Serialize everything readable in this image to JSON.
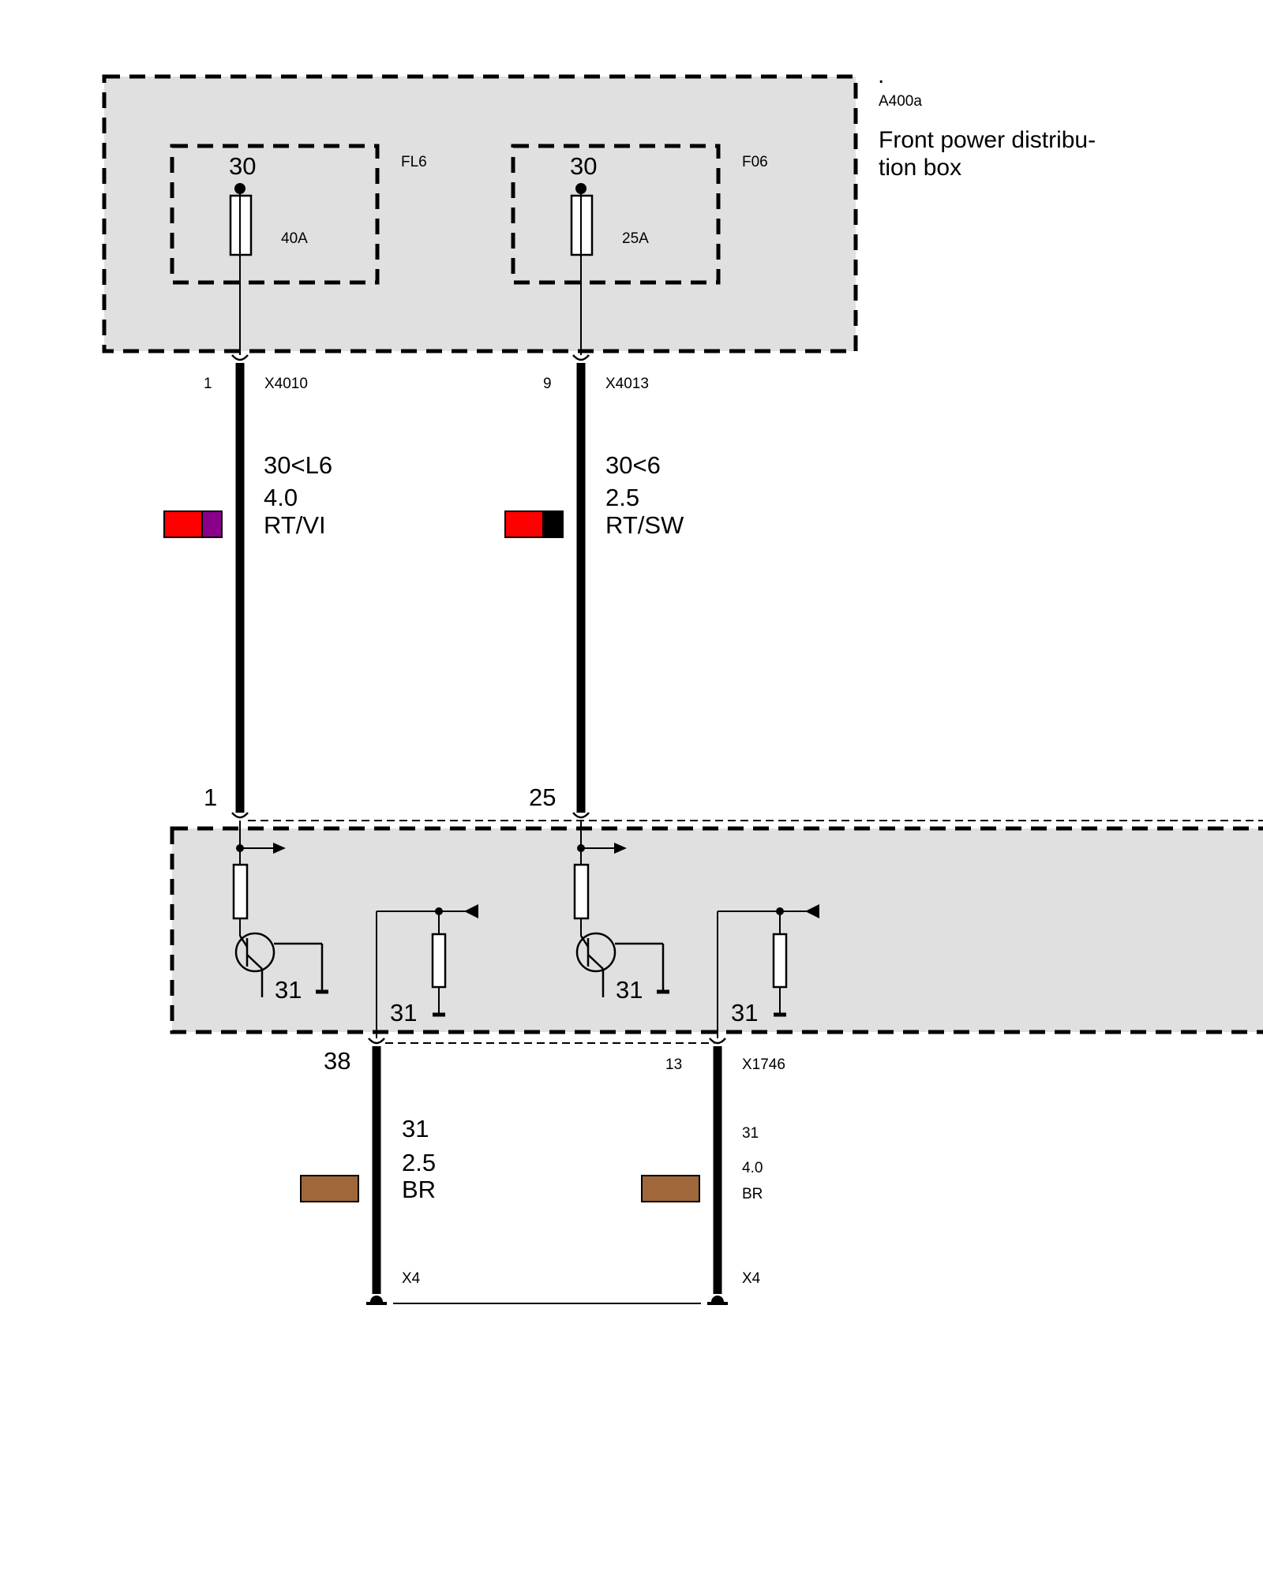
{
  "top_box": {
    "dot": ".",
    "id": "A400a",
    "title_line1": "Front power distribu-",
    "title_line2": "tion box"
  },
  "fuses": [
    {
      "terminal": "30",
      "name": "FL6",
      "rating": "40A"
    },
    {
      "terminal": "30",
      "name": "F06",
      "rating": "25A"
    }
  ],
  "upper_connectors": [
    {
      "pin": "1",
      "name": "X4010"
    },
    {
      "pin": "9",
      "name": "X4013"
    }
  ],
  "upper_wires": [
    {
      "signal": "30<L6",
      "cross_section": "4.0",
      "color_code": "RT/VI",
      "swatch": [
        "#ff0000",
        "#8b008b"
      ]
    },
    {
      "signal": "30<6",
      "cross_section": "2.5",
      "color_code": "RT/SW",
      "swatch": [
        "#ff0000",
        "#000000"
      ]
    }
  ],
  "module": {
    "input_pins": [
      "1",
      "25"
    ],
    "ground_labels": [
      "31",
      "31",
      "31",
      "31"
    ]
  },
  "lower_connectors": [
    {
      "pin": "38",
      "name": ""
    },
    {
      "pin": "13",
      "name": "X1746"
    }
  ],
  "lower_wires": [
    {
      "signal": "31",
      "cross_section": "2.5",
      "color_code": "BR",
      "swatch": [
        "#a0673a"
      ]
    },
    {
      "signal": "31",
      "cross_section": "4.0",
      "color_code": "BR",
      "swatch": [
        "#a0673a"
      ]
    }
  ],
  "ground_points": [
    "X4",
    "X4"
  ]
}
